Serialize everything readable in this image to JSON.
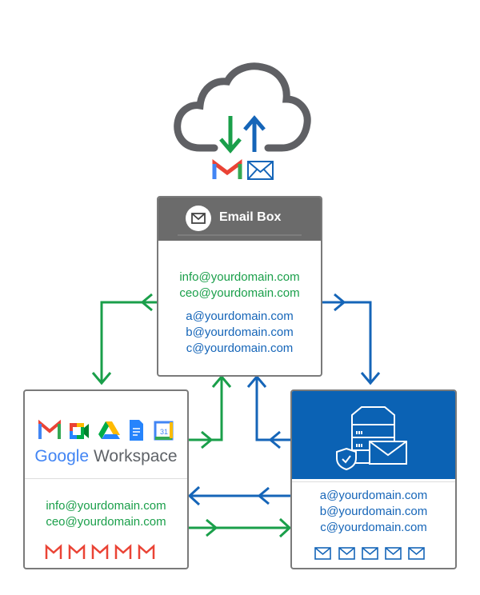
{
  "colors": {
    "green": "#1a9f4a",
    "blue": "#1565b8",
    "header_gray": "#6b6b6b",
    "border": "#7a7a7a"
  },
  "cloud": {
    "icons": [
      "cloud-icon",
      "download-arrow-icon",
      "upload-arrow-icon",
      "gmail-icon",
      "envelope-icon"
    ]
  },
  "email_box": {
    "title": "Email Box",
    "green_addresses": [
      "info@yourdomain.com",
      "ceo@yourdomain.com"
    ],
    "blue_addresses": [
      "a@yourdomain.com",
      "b@yourdomain.com",
      "c@yourdomain.com"
    ]
  },
  "workspace": {
    "logo_google": "Google",
    "logo_workspace": "Workspace",
    "apps": [
      "gmail-icon",
      "meet-icon",
      "drive-icon",
      "docs-icon",
      "calendar-icon"
    ],
    "calendar_day": "31",
    "addresses": [
      "info@yourdomain.com",
      "ceo@yourdomain.com"
    ],
    "mailbox_count": 5
  },
  "server": {
    "addresses": [
      "a@yourdomain.com",
      "b@yourdomain.com",
      "c@yourdomain.com"
    ],
    "mailbox_count": 5
  }
}
